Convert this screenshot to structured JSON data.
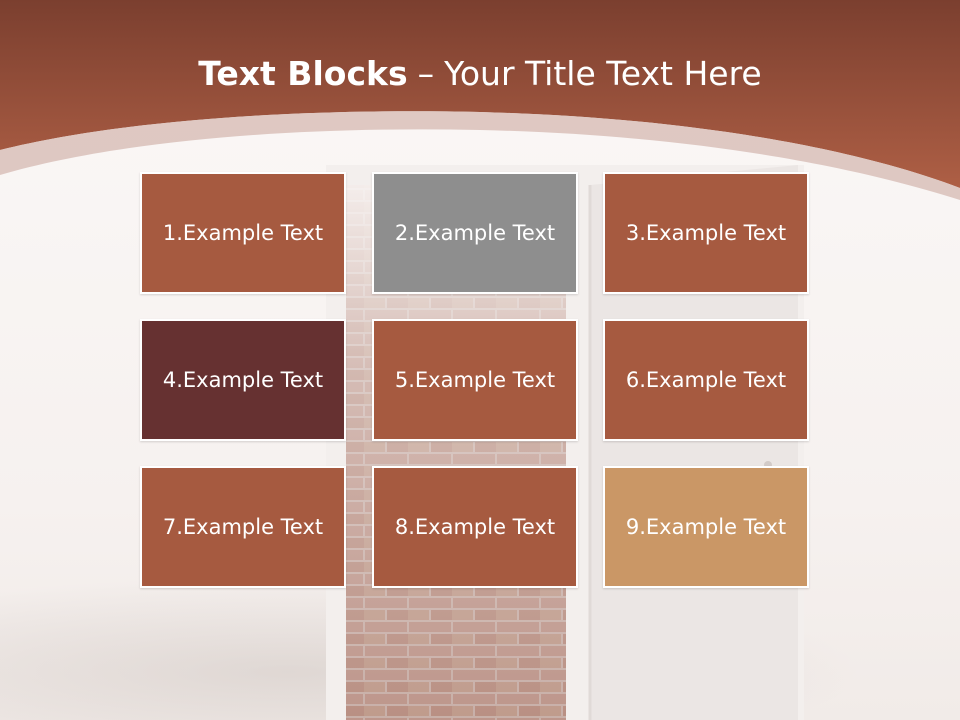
{
  "title": {
    "bold": "Text Blocks",
    "separator": "–",
    "rest": "Your Title Text Here"
  },
  "colors": {
    "header_brown": "#a65a40",
    "header_dark": "#7b3f2f",
    "block_default": "#a65a40",
    "block_gray": "#8e8e8e",
    "block_dark": "#663131",
    "block_tan": "#ca9766",
    "background": "#f9f5f3"
  },
  "blocks": [
    {
      "label": "1.Example Text",
      "color": "#a65a40"
    },
    {
      "label": "2.Example Text",
      "color": "#8e8e8e"
    },
    {
      "label": "3.Example Text",
      "color": "#a65a40"
    },
    {
      "label": "4.Example Text",
      "color": "#663131"
    },
    {
      "label": "5.Example Text",
      "color": "#a65a40"
    },
    {
      "label": "6.Example Text",
      "color": "#a65a40"
    },
    {
      "label": "7.Example Text",
      "color": "#a65a40"
    },
    {
      "label": "8.Example Text",
      "color": "#a65a40"
    },
    {
      "label": "9.Example Text",
      "color": "#ca9766"
    }
  ],
  "background_image": "open-door-brick-wall"
}
